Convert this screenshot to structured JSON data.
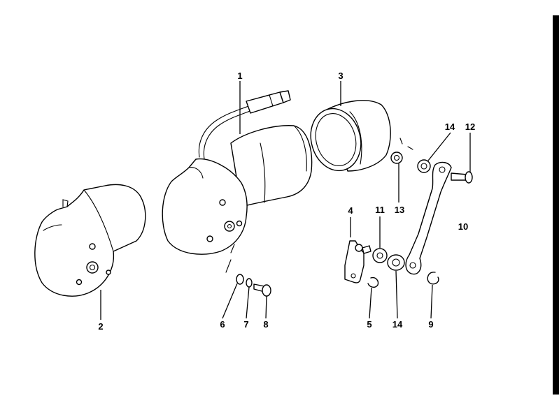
{
  "callouts": {
    "c1": "1",
    "c2": "2",
    "c3": "3",
    "c4": "4",
    "c5": "5",
    "c6": "6",
    "c7": "7",
    "c8": "8",
    "c9": "9",
    "c10": "10",
    "c11": "11",
    "c12": "12",
    "c13": "13",
    "c14a": "14",
    "c14b": "14"
  },
  "colors": {
    "ink": "#000000",
    "paper": "#ffffff"
  }
}
